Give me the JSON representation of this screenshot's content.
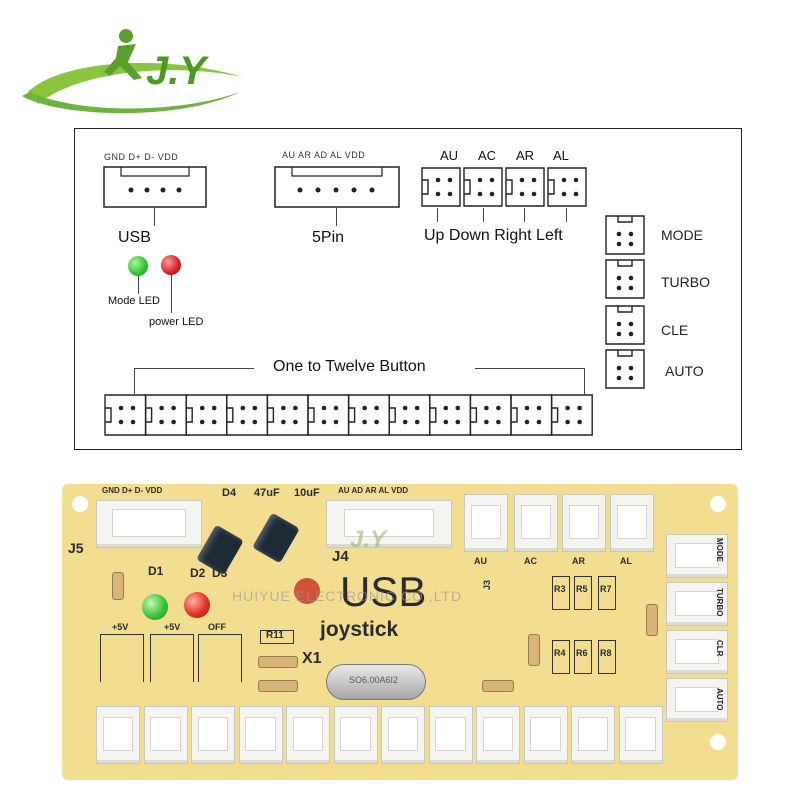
{
  "logo": {
    "text": "J.Y"
  },
  "diagram": {
    "usb_pins": "GND D+ D- VDD",
    "usb_label": "USB",
    "fivepin_pins": "AU AR AD AL VDD",
    "fivepin_label": "5Pin",
    "dir_pins": [
      "AU",
      "AC",
      "AR",
      "AL"
    ],
    "dir_labels": "Up Down Right Left",
    "mode_led": "Mode LED",
    "power_led": "power LED",
    "side_labels": [
      "MODE",
      "TURBO",
      "CLE",
      "AUTO"
    ],
    "buttons_label": "One to Twelve Button",
    "colors": {
      "mode_led": "#2ec12e",
      "power_led": "#d42020"
    }
  },
  "board": {
    "j5": "J5",
    "j4": "J4",
    "top_usb_pins": "GND D+ D- VDD",
    "top_5pin_pins": "AU AD AR AL VDD",
    "d4": "D4",
    "cap1": "47uF",
    "cap2": "10uF",
    "d1": "D1",
    "d2": "D2",
    "d3": "D3",
    "plus5v_1": "+5V",
    "plus5v_2": "+5V",
    "off": "OFF",
    "r11": "R11",
    "x1": "X1",
    "usb_big": "USB",
    "joystick": "joystick",
    "crystal": "SO6.00A6I2",
    "au": "AU",
    "ac": "AC",
    "ar": "AR",
    "al": "AL",
    "j3": "J3",
    "resistors_top": [
      "R3",
      "R5",
      "R7"
    ],
    "resistors_bottom": [
      "R4",
      "R6",
      "R8"
    ],
    "side_labels": [
      "MODE",
      "TURBO",
      "CLR",
      "AUTO"
    ],
    "watermark": "J.Y",
    "watermark_text": "HUIYUE ELECTRONIC CO.,LTD"
  }
}
